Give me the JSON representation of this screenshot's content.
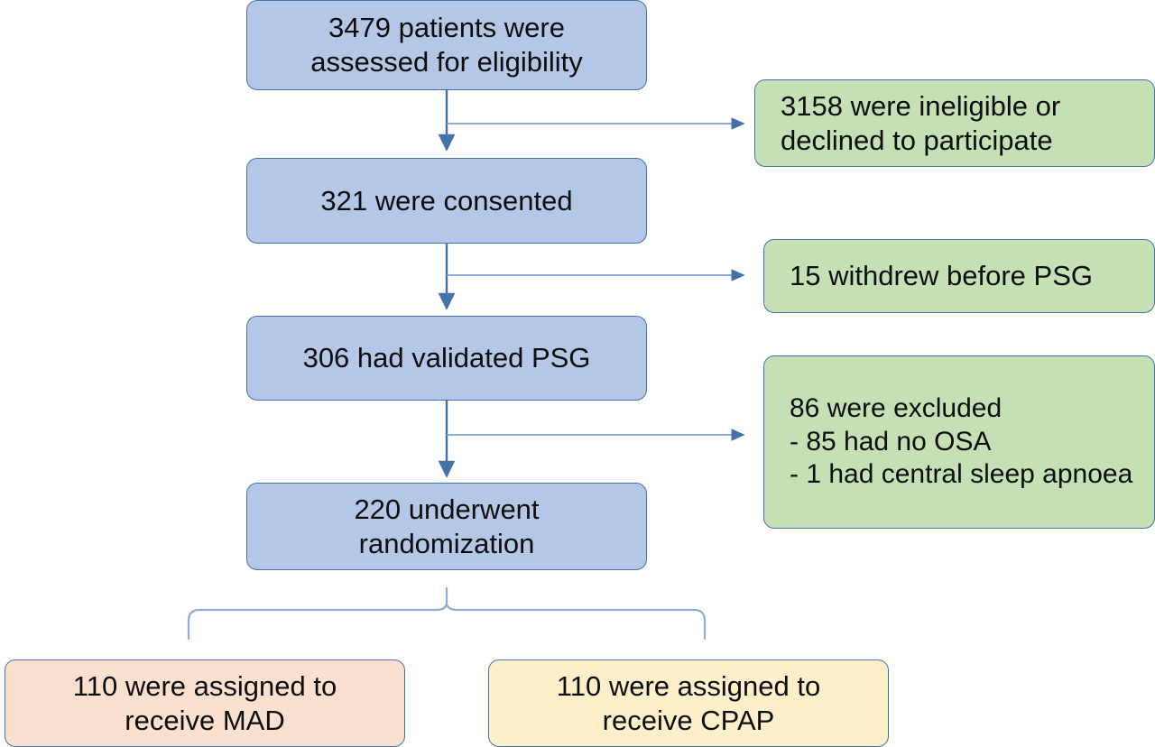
{
  "diagram": {
    "title": "CONSORT participant flow diagram",
    "palette": {
      "blue": "#b4c7e7",
      "green": "#c5e0b4",
      "peach": "#fbe0d0",
      "yellow": "#fdefc9",
      "stroke": "#4472a8",
      "connector": "#7f9fd0",
      "text": "#0d0d0d",
      "background": "#ffffff"
    },
    "main_nodes": [
      {
        "id": "eligibility",
        "text": "3479  patients were\nassessed for eligibility",
        "color": "blue"
      },
      {
        "id": "consented",
        "text": "321 were consented",
        "color": "blue"
      },
      {
        "id": "psg",
        "text": "306 had validated PSG",
        "color": "blue"
      },
      {
        "id": "randomized",
        "text": "220 underwent\nrandomization",
        "color": "blue"
      }
    ],
    "exclusion_nodes": [
      {
        "id": "ineligible",
        "text": "3158 were ineligible or\ndeclined to participate",
        "color": "green"
      },
      {
        "id": "withdrew",
        "text": "15 withdrew before PSG",
        "color": "green"
      },
      {
        "id": "excluded",
        "text": "86 were excluded\n- 85 had no OSA\n- 1 had central sleep apnoea",
        "color": "green"
      }
    ],
    "allocation_nodes": [
      {
        "id": "mad",
        "text": "110 were assigned to\nreceive MAD",
        "color": "peach"
      },
      {
        "id": "cpap",
        "text": "110 were assigned to\nreceive CPAP",
        "color": "yellow"
      }
    ],
    "counts": {
      "assessed": 3479,
      "ineligible_or_declined": 3158,
      "consented": 321,
      "withdrew_before_psg": 15,
      "validated_psg": 306,
      "excluded_total": 86,
      "excluded_no_osa": 85,
      "excluded_central_sleep_apnoea": 1,
      "randomized": 220,
      "assigned_mad": 110,
      "assigned_cpap": 110
    }
  }
}
